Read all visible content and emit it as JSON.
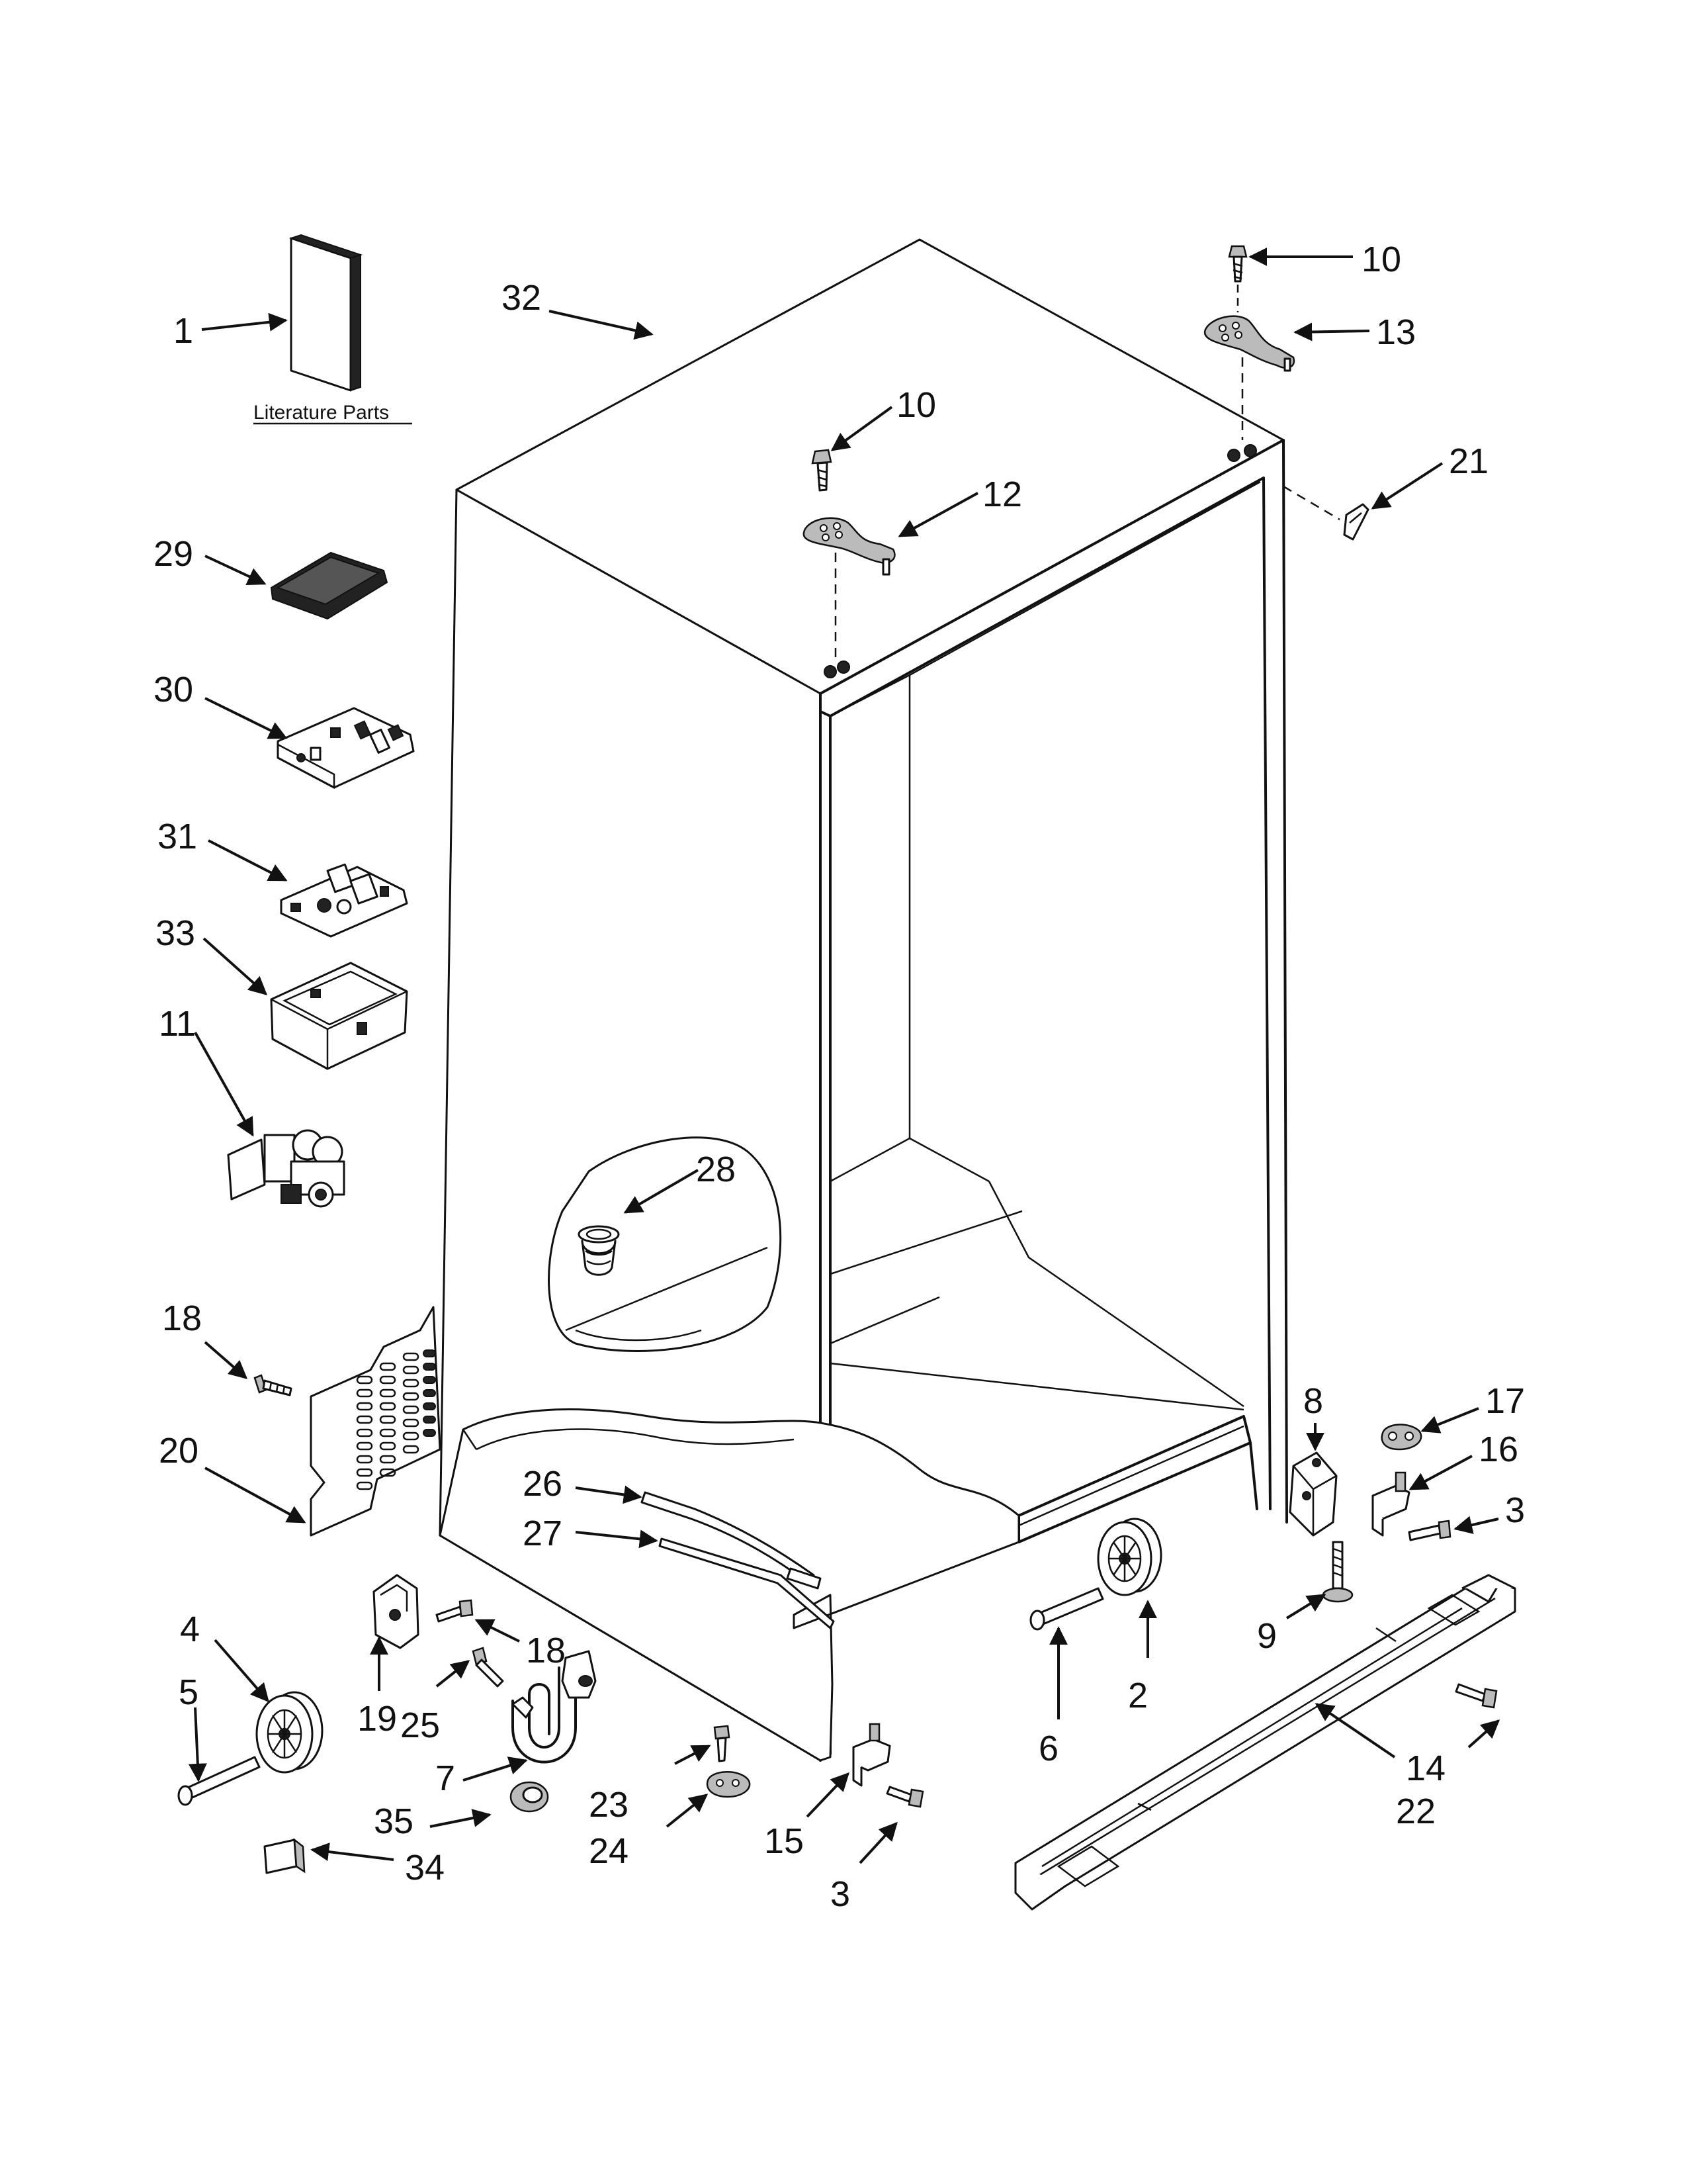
{
  "literature_label": "Literature Parts",
  "callouts": [
    {
      "id": "c1",
      "text": "1"
    },
    {
      "id": "c32",
      "text": "32"
    },
    {
      "id": "c10a",
      "text": "10"
    },
    {
      "id": "c13",
      "text": "13"
    },
    {
      "id": "c10b",
      "text": "10"
    },
    {
      "id": "c12",
      "text": "12"
    },
    {
      "id": "c21",
      "text": "21"
    },
    {
      "id": "c29",
      "text": "29"
    },
    {
      "id": "c30",
      "text": "30"
    },
    {
      "id": "c31",
      "text": "31"
    },
    {
      "id": "c33",
      "text": "33"
    },
    {
      "id": "c11",
      "text": "11"
    },
    {
      "id": "c28",
      "text": "28"
    },
    {
      "id": "c18a",
      "text": "18"
    },
    {
      "id": "c20",
      "text": "20"
    },
    {
      "id": "c8",
      "text": "8"
    },
    {
      "id": "c17",
      "text": "17"
    },
    {
      "id": "c16",
      "text": "16"
    },
    {
      "id": "c3a",
      "text": "3"
    },
    {
      "id": "c26",
      "text": "26"
    },
    {
      "id": "c27",
      "text": "27"
    },
    {
      "id": "c9",
      "text": "9"
    },
    {
      "id": "c4",
      "text": "4"
    },
    {
      "id": "c5",
      "text": "5"
    },
    {
      "id": "c18b",
      "text": "18"
    },
    {
      "id": "c19",
      "text": "19"
    },
    {
      "id": "c25",
      "text": "25"
    },
    {
      "id": "c7",
      "text": "7"
    },
    {
      "id": "c6",
      "text": "6"
    },
    {
      "id": "c2",
      "text": "2"
    },
    {
      "id": "c14",
      "text": "14"
    },
    {
      "id": "c22",
      "text": "22"
    },
    {
      "id": "c23",
      "text": "23"
    },
    {
      "id": "c24",
      "text": "24"
    },
    {
      "id": "c15",
      "text": "15"
    },
    {
      "id": "c3b",
      "text": "3"
    },
    {
      "id": "c35",
      "text": "35"
    },
    {
      "id": "c34",
      "text": "34"
    }
  ]
}
